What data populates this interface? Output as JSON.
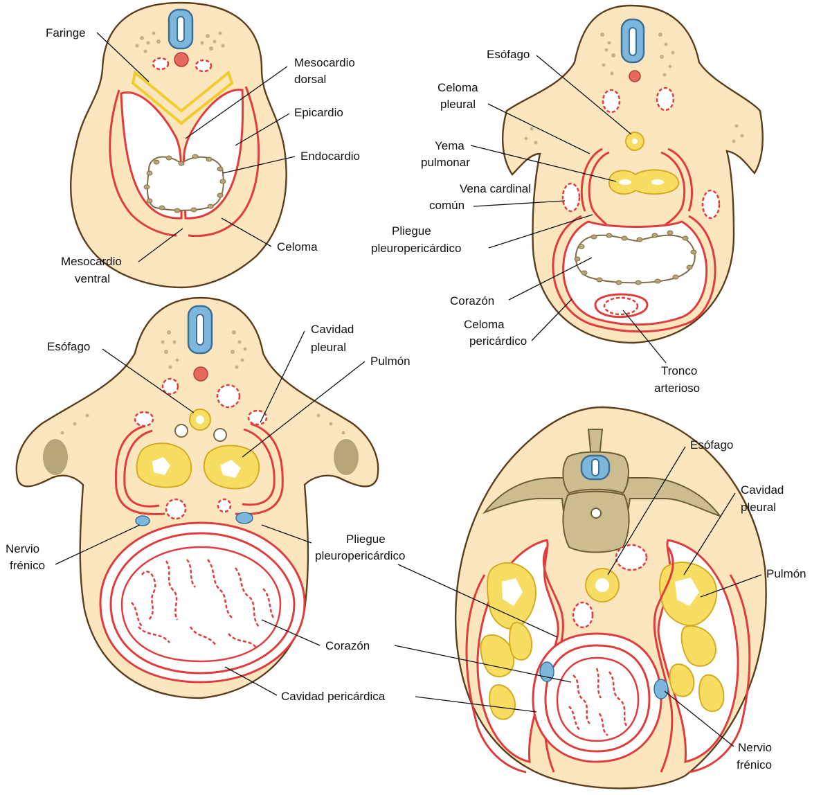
{
  "colors": {
    "body_wall": "#fbe6bf",
    "serosa": "#e03c3c",
    "gut_and_lung": "#f2cc2c",
    "neural_tube": "#7db7dc",
    "mesenchyme": "#c4b389",
    "label_text": "#111111"
  },
  "panel_top_left": {
    "faringe": "Faringe",
    "mesocardio_dorsal_1": "Mesocardio",
    "mesocardio_dorsal_2": "dorsal",
    "epicardio": "Epicardio",
    "endocardio": "Endocardio",
    "celoma": "Celoma",
    "mesocardio_ventral_1": "Mesocardio",
    "mesocardio_ventral_2": "ventral"
  },
  "panel_top_right": {
    "esofago": "Esófago",
    "celoma_pleural_1": "Celoma",
    "celoma_pleural_2": "pleural",
    "yema_pulmonar_1": "Yema",
    "yema_pulmonar_2": "pulmonar",
    "vena_cardinal_1": "Vena cardinal",
    "vena_cardinal_2": "común",
    "pliegue_1": "Pliegue",
    "pliegue_2": "pleuropericárdico",
    "corazon": "Corazón",
    "celoma_pericardico_1": "Celoma",
    "celoma_pericardico_2": "pericárdico",
    "tronco_arterioso_1": "Tronco",
    "tronco_arterioso_2": "arterioso"
  },
  "panel_bottom_left": {
    "esofago": "Esófago",
    "cavidad_pleural_1": "Cavidad",
    "cavidad_pleural_2": "pleural",
    "pulmon": "Pulmón",
    "nervio_frenico_1": "Nervio",
    "nervio_frenico_2": "frénico",
    "pliegue_1": "Pliegue",
    "pliegue_2": "pleuropericárdico",
    "corazon": "Corazón",
    "cavidad_pericardica": "Cavidad pericárdica"
  },
  "panel_bottom_right": {
    "esofago": "Esófago",
    "cavidad_pleural_1": "Cavidad",
    "cavidad_pleural_2": "pleural",
    "pulmon": "Pulmón",
    "nervio_frenico_1": "Nervio",
    "nervio_frenico_2": "frénico"
  }
}
